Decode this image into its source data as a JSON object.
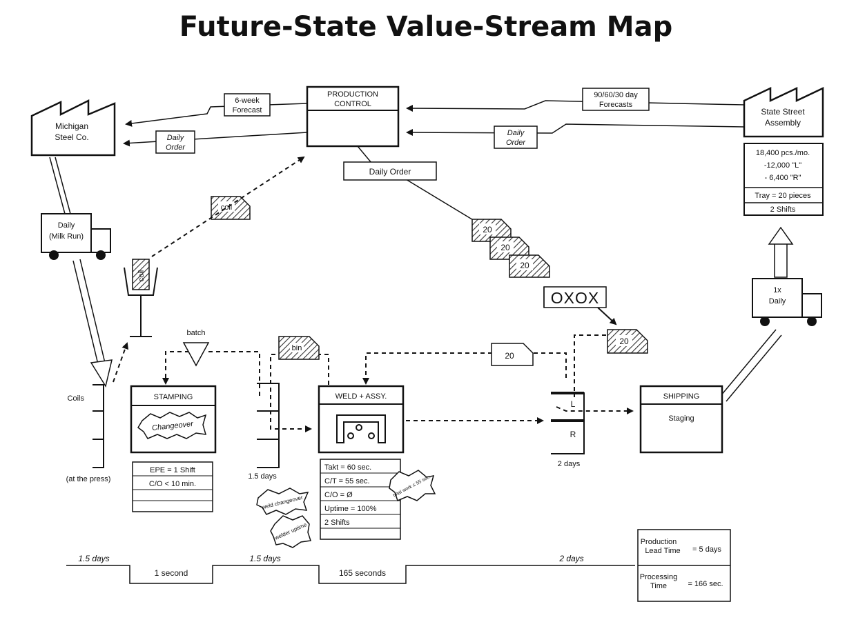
{
  "title": "Future-State Value-Stream Map",
  "supplier": {
    "line1": "Michigan",
    "line2": "Steel Co."
  },
  "customer": {
    "line1": "State Street",
    "line2": "Assembly"
  },
  "production_control": {
    "line1": "PRODUCTION",
    "line2": "CONTROL"
  },
  "info_flows": {
    "forecast_supplier": {
      "line1": "6-week",
      "line2": "Forecast"
    },
    "daily_order_supplier": {
      "line1": "Daily",
      "line2": "Order"
    },
    "forecast_customer": {
      "line1": "90/60/30 day",
      "line2": "Forecasts"
    },
    "daily_order_customer": {
      "line1": "Daily",
      "line2": "Order"
    },
    "daily_order_box": "Daily Order"
  },
  "customer_data": {
    "rows": [
      "18,400 pcs./mo.",
      "-12,000 \"L\"",
      "- 6,400 \"R\"",
      "Tray = 20 pieces",
      "2 Shifts"
    ]
  },
  "trucks": {
    "supplier": {
      "line1": "Daily",
      "line2": "(Milk Run)"
    },
    "customer": {
      "line1": "1x",
      "line2": "Daily"
    }
  },
  "kanban": {
    "coil_signal": "coil",
    "coil_post": "coil",
    "bin": "bin",
    "withdrawal": "20",
    "production_stack": [
      "20",
      "20",
      "20"
    ],
    "production_arrival": "20",
    "load_leveling": "OXOX"
  },
  "inventory": {
    "coils": "Coils",
    "at_press": "(at the press)",
    "batch": "batch",
    "wip_days": "1.5 days",
    "supermarket_L": "L",
    "supermarket_R": "R",
    "supermarket_days": "2 days"
  },
  "processes": {
    "stamping": {
      "name": "STAMPING",
      "kaizen": "Changeover",
      "data": [
        "EPE = 1 Shift",
        "C/O < 10 min.",
        "",
        ""
      ]
    },
    "weld": {
      "name": "WELD + ASSY.",
      "data": [
        "Takt = 60 sec.",
        "C/T = 55 sec.",
        "C/O = Ø",
        "Uptime = 100%",
        "2 Shifts"
      ],
      "kaizen_bursts": [
        "weld changeover",
        "welder uptime",
        "total work ≤ 55 sec."
      ]
    },
    "shipping": {
      "name": "SHIPPING",
      "sub": "Staging"
    }
  },
  "timeline": {
    "lead_days": [
      "1.5 days",
      "1.5 days",
      "2 days"
    ],
    "process_times": [
      "1 second",
      "165 seconds"
    ],
    "summary": {
      "lead_label_1": "Production",
      "lead_label_2": "Lead Time",
      "lead_value": "= 5 days",
      "proc_label_1": "Processing",
      "proc_label_2": "Time",
      "proc_value": "= 166 sec."
    }
  }
}
